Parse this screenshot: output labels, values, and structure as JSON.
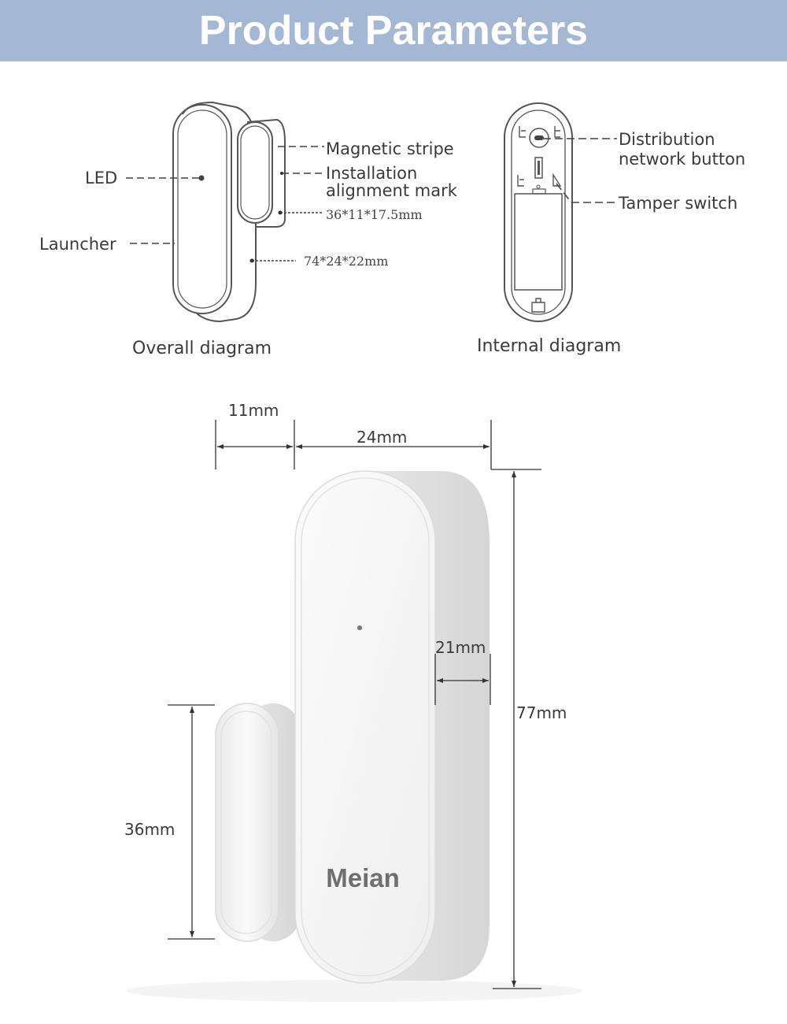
{
  "header": {
    "title": "Product Parameters"
  },
  "overall": {
    "caption": "Overall diagram",
    "labels": {
      "led": "LED",
      "launcher": "Launcher",
      "magnetic_stripe": "Magnetic stripe",
      "installation_line1": "Installation",
      "installation_line2": "alignment mark",
      "magnet_size": "36*11*17.5mm",
      "sensor_size": "74*24*22mm"
    }
  },
  "internal": {
    "caption": "Internal diagram",
    "labels": {
      "distribution_line1": "Distribution",
      "distribution_line2": "network button",
      "tamper": "Tamper switch"
    }
  },
  "dimensions": {
    "magnet_width": "11mm",
    "sensor_width": "24mm",
    "depth": "21mm",
    "sensor_height": "77mm",
    "magnet_height": "36mm"
  },
  "brand": {
    "logo": "Meian"
  },
  "colors": {
    "banner": "#a4b7d3",
    "device": "#f2f2f2"
  }
}
